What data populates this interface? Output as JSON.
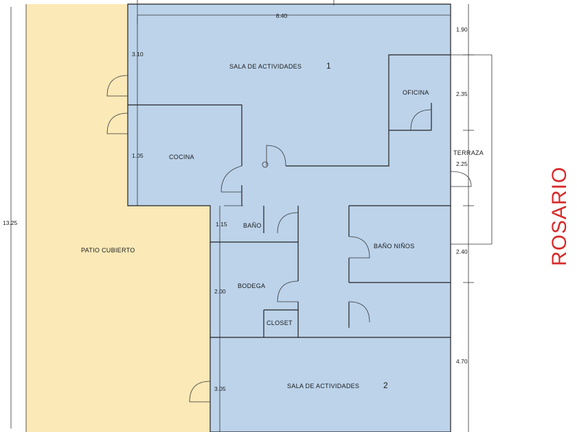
{
  "colors": {
    "patio": "#fbe9b7",
    "building": "#bcd3ea",
    "street_text": "#d62b2b",
    "walls": "#222222"
  },
  "rooms": {
    "sala1": {
      "label": "SALA DE ACTIVIDADES",
      "num": "1"
    },
    "sala2": {
      "label": "SALA DE ACTIVIDADES",
      "num": "2"
    },
    "oficina": "OFICINA",
    "cocina": "COCINA",
    "patio": "PATIO CUBIERTO",
    "bano": "BAÑO",
    "bano_ninos": "BAÑO NIÑOS",
    "bodega": "BODEGA",
    "closet": "CLOSET",
    "terraza": "TERRAZA"
  },
  "dimensions": {
    "width_top": "8.40",
    "total_height": "13.25",
    "sala1_h": "3.10",
    "cocina_h": "1.05",
    "bano_h": "1.15",
    "bodega_h": "2.00",
    "sala2_h": "3.05",
    "r1": "1.90",
    "r2": "2.35",
    "r3": "2.25",
    "r4": "2.40",
    "r5": "4.70"
  },
  "street_label": "ROSARIO"
}
